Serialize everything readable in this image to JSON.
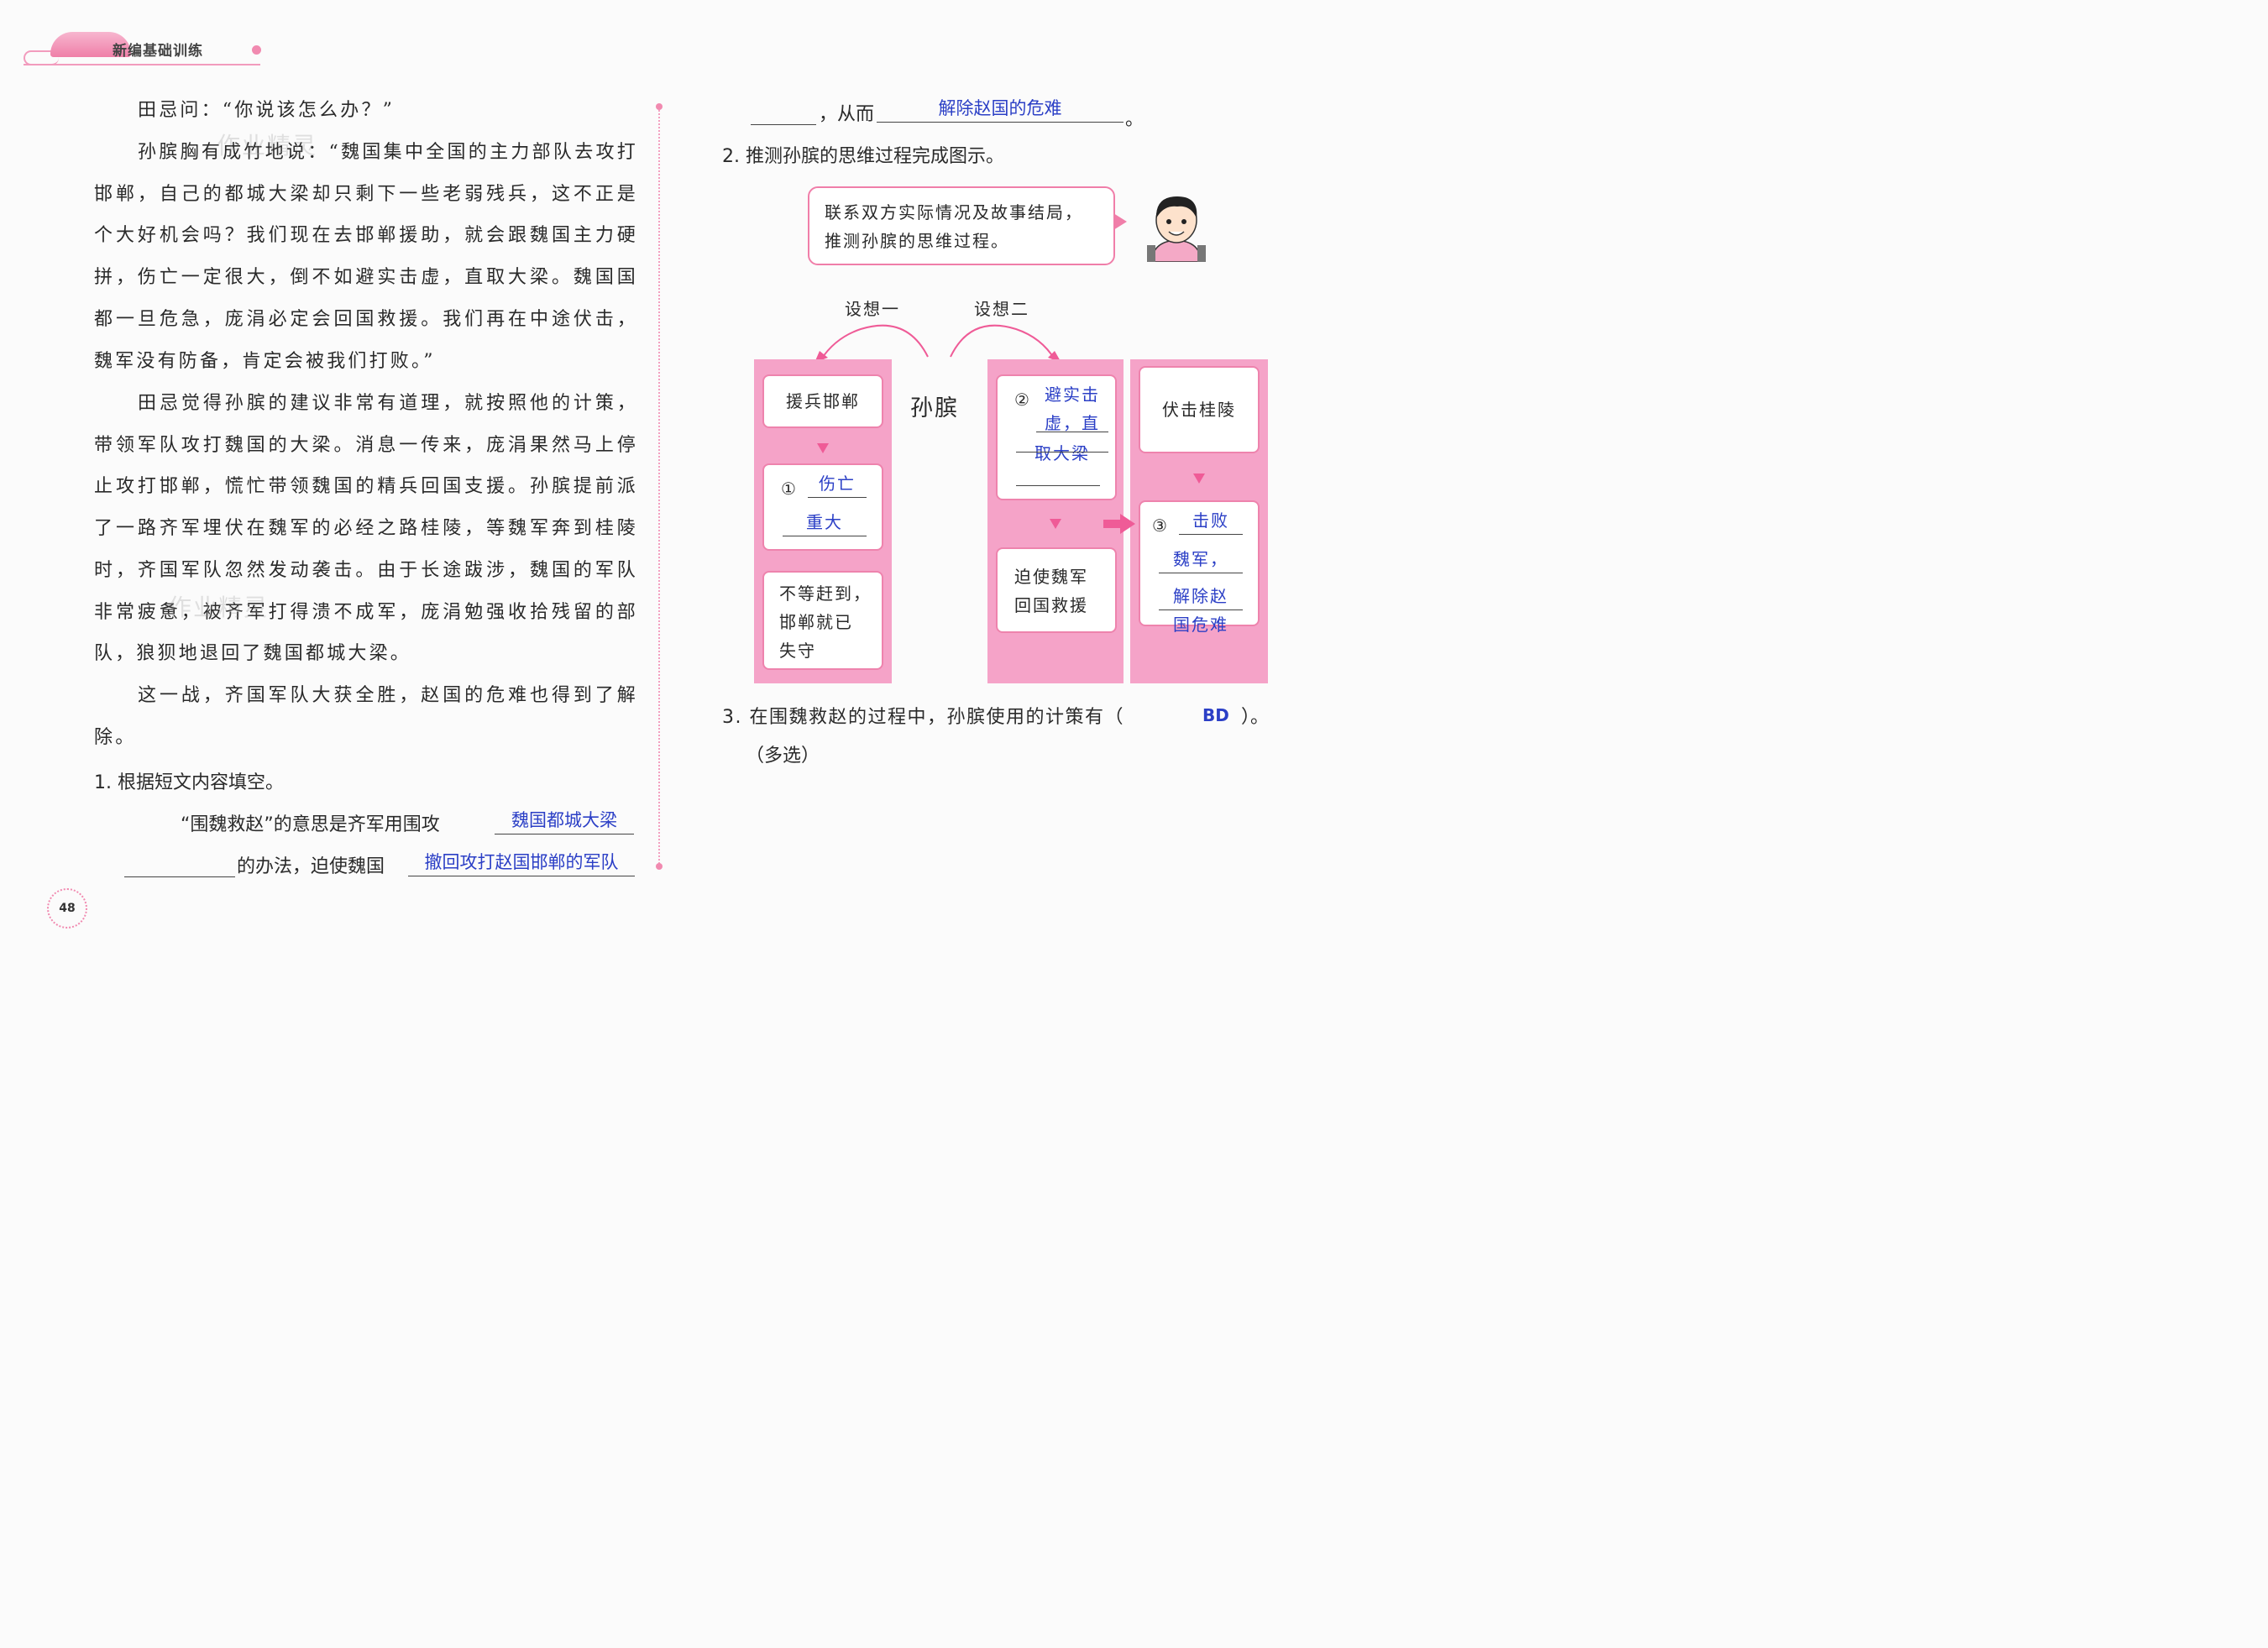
{
  "header": {
    "title": "新编基础训练"
  },
  "story": [
    "田忌问：“你说该怎么办？”",
    "孙膑胸有成竹地说：“魏国集中全国的主力部队去攻打邯郸，自己的都城大梁却只剩下一些老弱残兵，这不正是个大好机会吗？我们现在去邯郸援助，就会跟魏国主力硬拼，伤亡一定很大，倒不如避实击虚，直取大梁。魏国国都一旦危急，庞涓必定会回国救援。我们再在中途伏击，魏军没有防备，肯定会被我们打败。”",
    "田忌觉得孙膑的建议非常有道理，就按照他的计策，带领军队攻打魏国的大梁。消息一传来，庞涓果然马上停止攻打邯郸，慌忙带领魏国的精兵回国支援。孙膑提前派了一路齐军埋伏在魏军的必经之路桂陵，等魏军奔到桂陵时，齐国军队忽然发动袭击。由于长途跋涉，魏国的军队非常疲惫，被齐军打得溃不成军，庞涓勉强收拾残留的部队，狼狈地退回了魏国都城大梁。",
    "这一战，齐国军队大获全胜，赵国的危难也得到了解除。"
  ],
  "watermark": "作业精灵",
  "q1": {
    "prompt": "1. 根据短文内容填空。",
    "line1": "“围魏救赵”的意思是齐军用围攻",
    "ans1": "魏国都城大梁",
    "line2": "的办法，迫使魏国",
    "ans2": "撤回攻打赵国邯郸的军队",
    "line3": "，从而",
    "ans3": "解除赵国的危难",
    "end": "。"
  },
  "q2": {
    "prompt": "2. 推测孙膑的思维过程完成图示。",
    "speech": [
      "联系双方实际情况及故事结局，",
      "推测孙膑的思维过程。"
    ],
    "idea1": "设想一",
    "idea2": "设想二",
    "center": "孙膑",
    "left": {
      "top": "援兵邯郸",
      "num1": "①",
      "ans1a": "伤亡",
      "ans1b": "重大",
      "bottom": [
        "不等赶到，",
        "邯郸就已",
        "失守"
      ]
    },
    "mid": {
      "num2": "②",
      "ans2a": "避实击",
      "ans2b": "虚，直",
      "ans2c": "取大梁",
      "bottom": [
        "迫使魏军",
        "回国救援"
      ]
    },
    "right": {
      "top": "伏击桂陵",
      "num3": "③",
      "ans3a": "击败",
      "ans3b": "魏军，",
      "ans3c": "解除赵",
      "ans3d": "国危难"
    }
  },
  "q3": {
    "prompt": "3. 在围魏救赵的过程中，孙膑使用的计策有（",
    "answer": "BD",
    "end": "）。",
    "note": "（多选）"
  },
  "page_number": "48",
  "colors": {
    "accent": "#f18ab0",
    "answer": "#2b3fc6",
    "panel": "#f5a3c8"
  }
}
